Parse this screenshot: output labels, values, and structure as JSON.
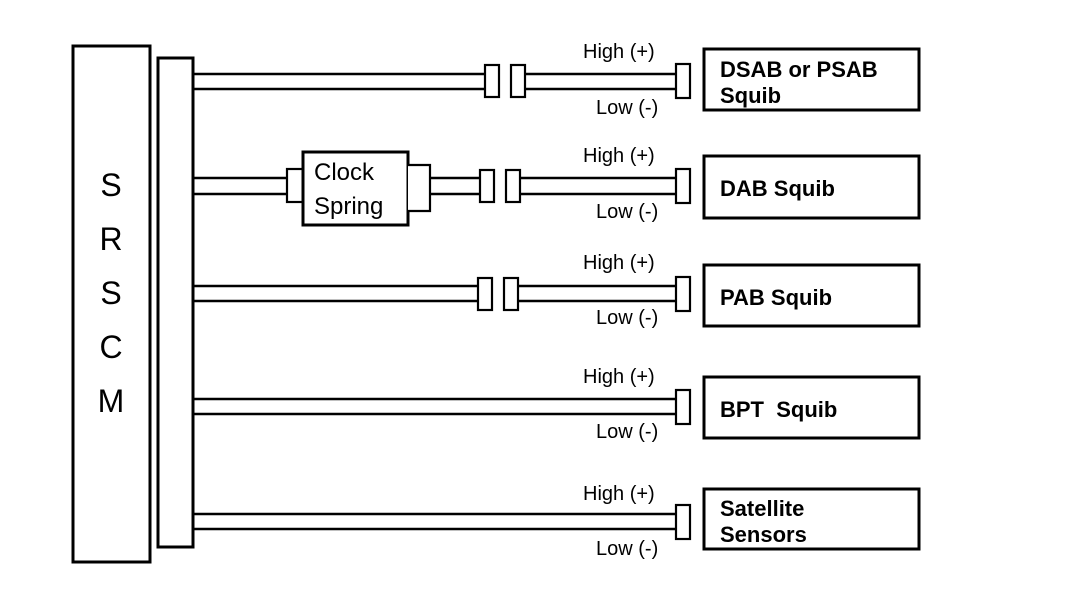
{
  "module": {
    "letters": [
      "S",
      "R",
      "S",
      "C",
      "M"
    ]
  },
  "clock_spring": {
    "line1": "Clock",
    "line2": "Spring"
  },
  "circuits": [
    {
      "high": "High (+)",
      "low": "Low (-)",
      "device_lines": [
        "DSAB or PSAB",
        "Squib"
      ]
    },
    {
      "high": "High (+)",
      "low": "Low (-)",
      "device_lines": [
        "DAB Squib"
      ]
    },
    {
      "high": "High (+)",
      "low": "Low (-)",
      "device_lines": [
        "PAB Squib"
      ]
    },
    {
      "high": "High (+)",
      "low": "Low (-)",
      "device_lines": [
        "BPT  Squib"
      ]
    },
    {
      "high": "High (+)",
      "low": "Low (-)",
      "device_lines": [
        "Satellite",
        "Sensors"
      ]
    }
  ]
}
